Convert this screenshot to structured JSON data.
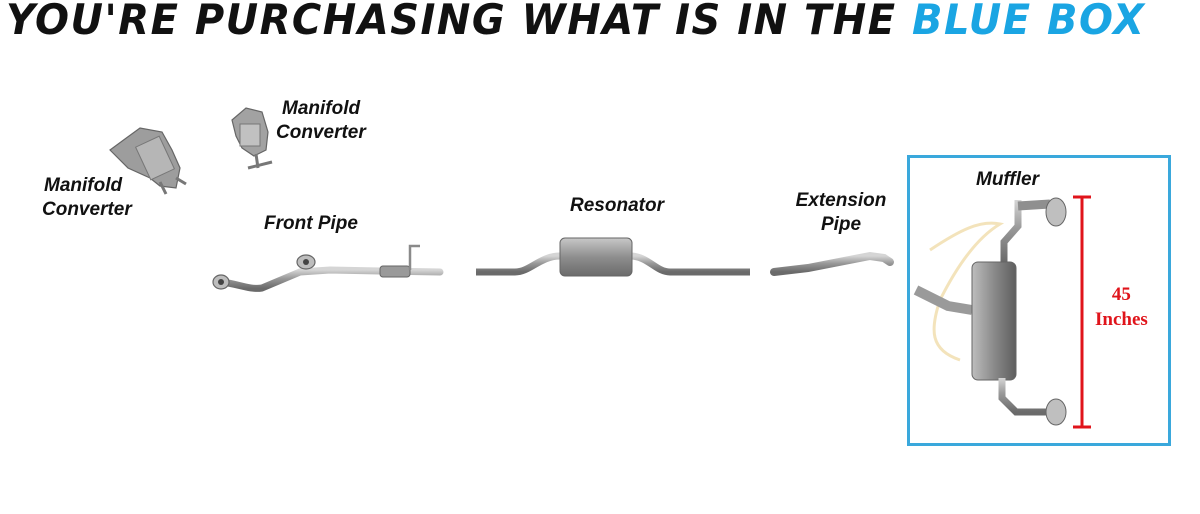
{
  "banner": {
    "text_main": "YOU'RE PURCHASING WHAT IS IN THE",
    "text_highlight": "BLUE BOX",
    "highlight_color": "#1aa5e3"
  },
  "parts": {
    "manifold_converter_left": {
      "line1": "Manifold",
      "line2": "Converter"
    },
    "manifold_converter_right": {
      "line1": "Manifold",
      "line2": "Converter"
    },
    "front_pipe": "Front Pipe",
    "resonator": "Resonator",
    "extension_pipe": {
      "line1": "Extension",
      "line2": "Pipe"
    },
    "muffler": "Muffler"
  },
  "measurement": {
    "value": "45",
    "unit": "Inches",
    "color": "#e0141b"
  },
  "selection_box": {
    "color": "#3aa8dc",
    "contains": "Muffler"
  }
}
